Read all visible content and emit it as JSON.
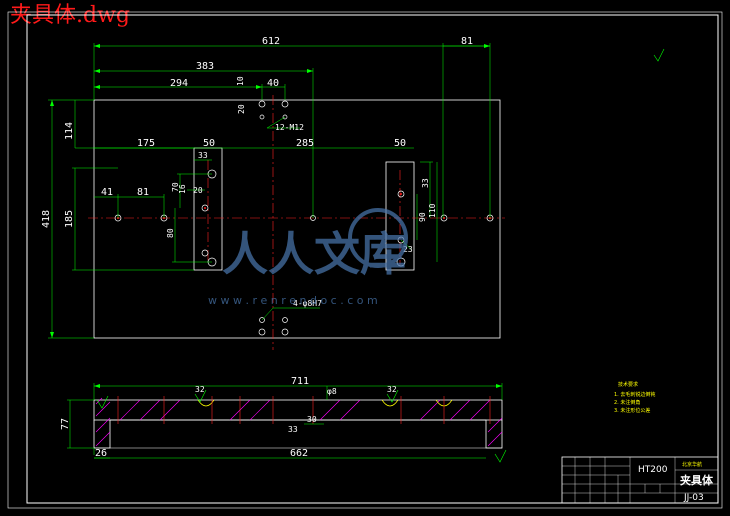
{
  "file_title": "夹具体.dwg",
  "plan_dims": {
    "overall_width": "612",
    "right_offset": "81",
    "to_center": "383",
    "to_left_holes": "294",
    "ten": "10",
    "forty": "40",
    "twenty": "20",
    "thread_callout": "12-M12",
    "height_114": "114",
    "height_418": "418",
    "height_185": "185",
    "left_slot_175": "175",
    "slot_width_50": "50",
    "slot_inner_33": "33",
    "span_285": "285",
    "right_slot_50": "50",
    "dim_41": "41",
    "dim_81": "81",
    "dim_70": "70",
    "dim_16": "16",
    "dim_20b": "20",
    "dim_80": "80",
    "dim_33r": "33",
    "dim_90": "90",
    "dim_110": "110",
    "dim_23": "23",
    "pin_callout": "4-φ8H7"
  },
  "section_dims": {
    "overall_711": "711",
    "phi8": "φ8",
    "dim_77": "77",
    "dim_26": "26",
    "dim_662": "662",
    "dim_32_left": "32",
    "dim_32_right": "32",
    "dim_30": "30",
    "dim_33": "33"
  },
  "tech_notes": {
    "heading": "技术要求",
    "items": [
      "1. 去毛刺锐边倒钝",
      "2. 未注倒角",
      "3. 未注形位公差"
    ]
  },
  "title_block": {
    "material": "HT200",
    "unit": "北京华航",
    "part_name": "夹具体",
    "drawing_no": "JJ-03"
  },
  "watermark": {
    "brand": "人人文库",
    "url": "w w w . r e n r e n d o c . c o m"
  },
  "colors": {
    "background": "#000000",
    "outline": "#ffffff",
    "dimension": "#00ff00",
    "centerline": "#ff2020",
    "hatch": "#ff00ff",
    "hole": "#ffff00",
    "title_red": "#ff1a1a"
  }
}
